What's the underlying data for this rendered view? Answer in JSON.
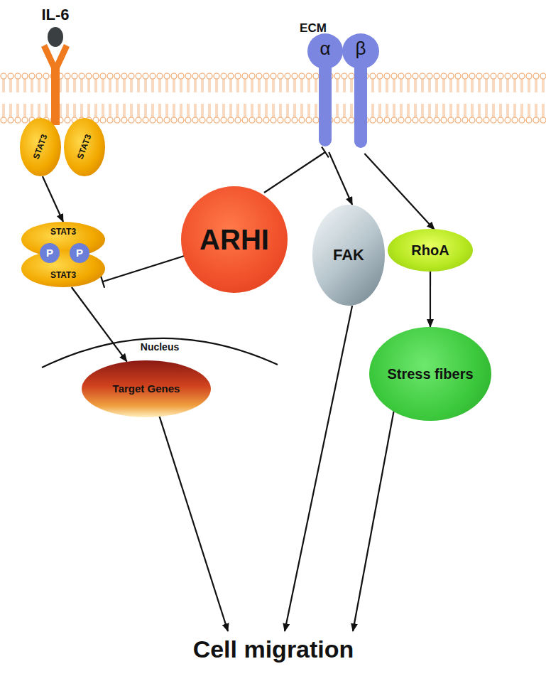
{
  "diagram": {
    "nodes": [
      {
        "text": [
          "α"
        ]
      },
      {
        "text": [
          "β"
        ]
      },
      {
        "text": [
          "STAT3"
        ]
      },
      {
        "text": [
          "STAT3"
        ]
      },
      {
        "text": [
          "STAT3"
        ]
      },
      {
        "text": [
          "STAT3"
        ]
      },
      {
        "text": [
          "P"
        ]
      },
      {
        "text": [
          "P"
        ]
      },
      {
        "text": [
          "ARHI"
        ]
      },
      {
        "text": [
          "Nucleus"
        ]
      },
      {
        "text": [
          "Target Genes"
        ],
        "in": 9
      },
      {
        "text": [
          "FAK"
        ]
      },
      {
        "text": [
          "RhoA"
        ]
      },
      {
        "text": [
          "Stress fibers"
        ]
      },
      {
        "text": [
          "Cell migration"
        ]
      }
    ],
    "edges": [
      {
        "from": 2,
        "to": 4,
        "arrow": "to"
      },
      {
        "from": 5,
        "to": 10,
        "arrow": "to"
      },
      {
        "from": 8,
        "to": 5,
        "arrow": "to"
      },
      {
        "from": 8,
        "to": 0,
        "arrow": "to"
      },
      {
        "from": 0,
        "to": 11,
        "arrow": "to"
      },
      {
        "from": 1,
        "to": 12,
        "arrow": "to"
      },
      {
        "from": 12,
        "to": 13,
        "arrow": "to"
      },
      {
        "from": 10,
        "to": 14,
        "arrow": "to"
      },
      {
        "from": 11,
        "to": 14,
        "arrow": "to"
      },
      {
        "from": 13,
        "to": 14,
        "arrow": "to"
      }
    ],
    "labels": [
      "IL-6",
      "ECM"
    ]
  }
}
